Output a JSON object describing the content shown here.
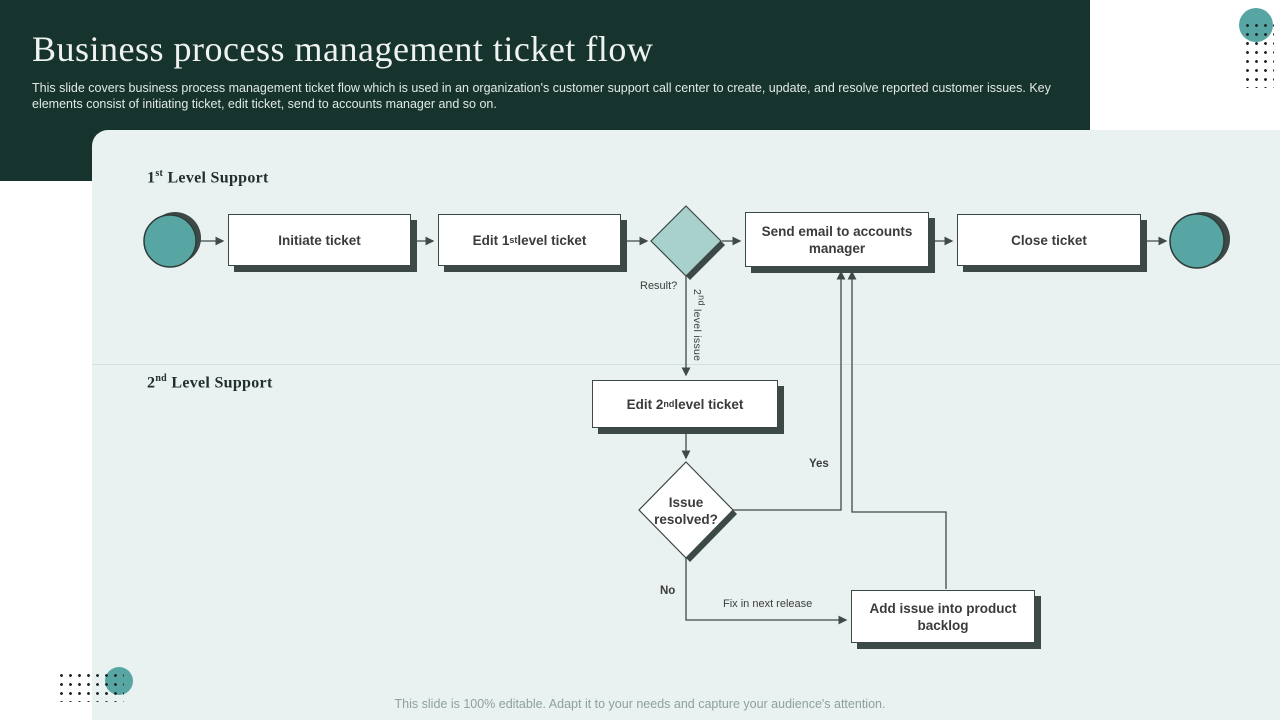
{
  "slide": {
    "title": "Business process management ticket flow",
    "subtitle": "This slide covers business process management ticket flow which is used in an organization's customer support call center to create, update, and resolve reported customer issues. Key elements consist of initiating ticket, edit ticket, send to accounts manager and so on.",
    "footer": "This slide is 100% editable. Adapt it to your needs and capture your audience's attention."
  },
  "lanes": {
    "lane1": "1st Level Support",
    "lane2": "2nd Level Support"
  },
  "nodes": {
    "initiate": "Initiate ticket",
    "edit1": "Edit 1st level ticket",
    "result": "Result?",
    "send_email": "Send email to accounts manager",
    "close": "Close ticket",
    "edit2": "Edit 2nd level ticket",
    "issue_resolved": "Issue resolved?",
    "backlog": "Add issue into product backlog"
  },
  "edges": {
    "yes": "Yes",
    "no": "No",
    "fix": "Fix in next release",
    "second_issue": "2nd level issue"
  },
  "colors": {
    "header-bg": "#17332d",
    "panel-bg": "#e9f2f0",
    "accent-teal": "#57a6a3",
    "diamond-teal": "#a8d0cd",
    "shadow": "#3d4947",
    "line": "#3f4a49",
    "dots": "#212b29"
  }
}
